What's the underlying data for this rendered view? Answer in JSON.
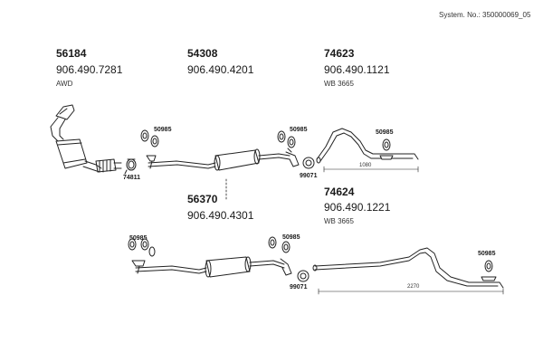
{
  "header": {
    "system_no": "System. No.: 350000069_05"
  },
  "groups": [
    {
      "part": "56184",
      "oem": "906.490.7281",
      "note": "AWD"
    },
    {
      "part": "54308",
      "oem": "906.490.4201"
    },
    {
      "part": "74623",
      "oem": "906.490.1121",
      "note": "WB 3665"
    },
    {
      "part": "56370",
      "oem": "906.490.4301"
    },
    {
      "part": "74624",
      "oem": "906.490.1221",
      "note": "WB 3665"
    }
  ],
  "callouts": {
    "clamp_top_left": "74811",
    "rubber_top_1": "50985",
    "rubber_top_2": "50985",
    "ring_top": "99071",
    "rubber_top_3": "50985",
    "rubber_bottom_1": "50985",
    "rubber_bottom_2": "50985",
    "ring_bottom": "99071",
    "rubber_bottom_3": "50985"
  },
  "dimensions": {
    "top_tail": "1080",
    "bottom_tail": "2270"
  }
}
